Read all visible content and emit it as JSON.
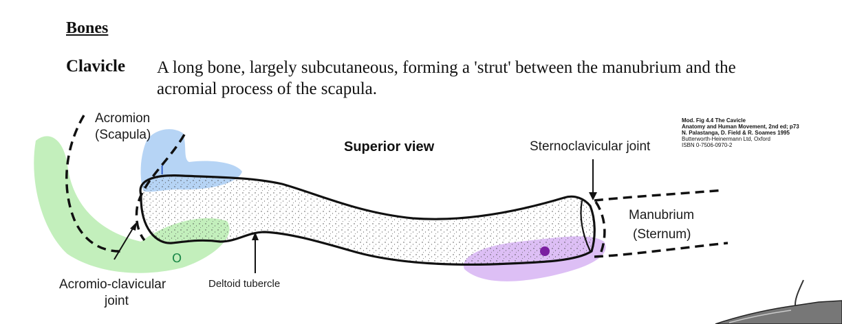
{
  "document": {
    "heading": "Bones",
    "term": "Clavicle",
    "definition_line1": "A long bone, largely subcutaneous, forming a 'strut' between the manubrium and the",
    "definition_line2": "acromial process of the scapula."
  },
  "figure": {
    "view_label": "Superior view",
    "acromion_line1": "Acromion",
    "acromion_line2": "(Scapula)",
    "sternoclavicular_label": "Sternoclavicular joint",
    "manubrium_line1": "Manubrium",
    "manubrium_line2": "(Sternum)",
    "acromioclavicular_line1": "Acromio-clavicular",
    "acromioclavicular_line2": "joint",
    "deltoid_label": "Deltoid tubercle",
    "annotation_I": "I",
    "annotation_O": "O",
    "caption": {
      "line1": "Mod. Fig 4.4 The Cavicle",
      "line2": "Anatomy and Human Movement, 2nd ed; p73",
      "line3": "N. Palastanga, D. Field & R. Soames 1995",
      "line4": "Butterworth-Heinermann Ltd, Oxford",
      "line5": "ISBN 0-7506-0970-2"
    },
    "colors": {
      "green_highlight": "#b8ecb0",
      "blue_highlight": "#a9cdf3",
      "purple_highlight": "#d7b4f3",
      "purple_dot": "#7a1fa0",
      "annotation_ink": "#2a56c6",
      "annotation_green": "#1e8a4a"
    }
  }
}
